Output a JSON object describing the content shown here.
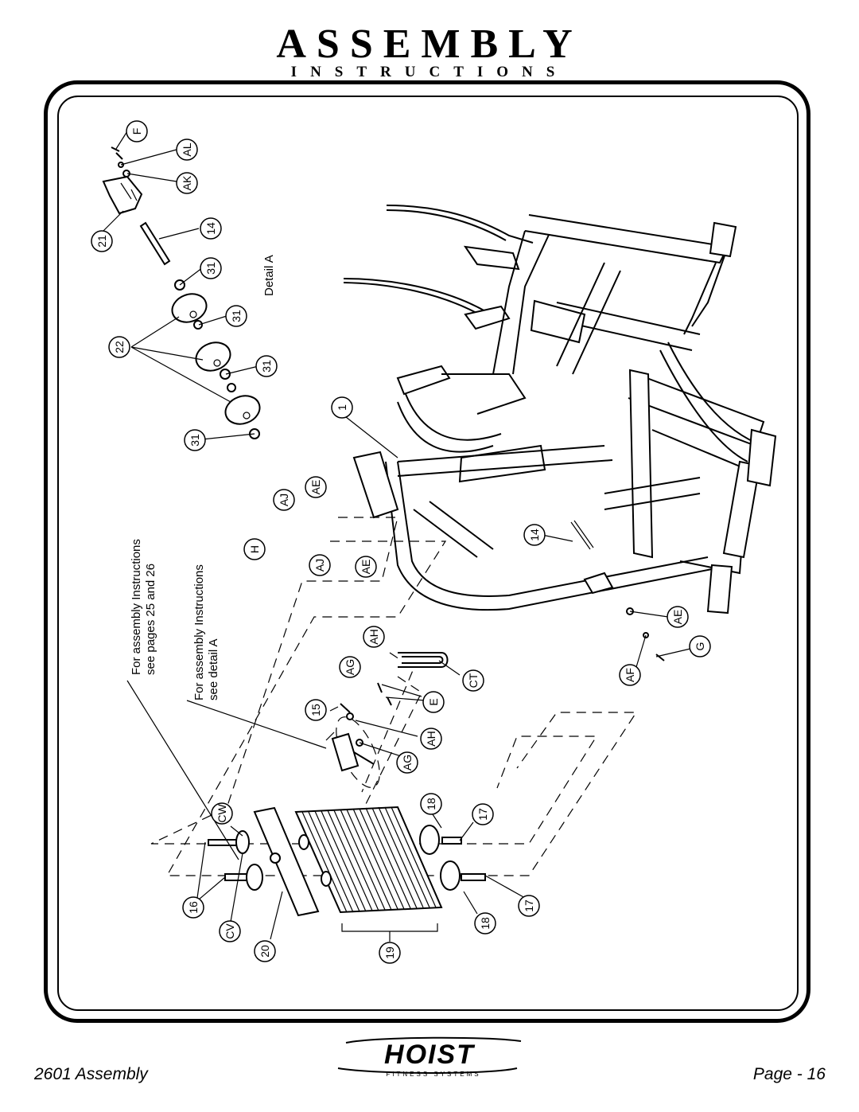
{
  "header": {
    "title": "ASSEMBLY",
    "subtitle": "INSTRUCTIONS"
  },
  "diagram": {
    "detail_label": "Detail A",
    "note1": [
      "For assembly Instructions",
      "see pages 25 and 26"
    ],
    "note2": [
      "For assembly Instructions",
      "see detail A"
    ],
    "callouts": {
      "F": "F",
      "AL": "AL",
      "AK": "AK",
      "c14a": "14",
      "c21": "21",
      "c31a": "31",
      "c31b": "31",
      "c31c": "31",
      "c31d": "31",
      "c22": "22",
      "c1": "1",
      "AJa": "AJ",
      "AEa": "AE",
      "H": "H",
      "AJb": "AJ",
      "AEb": "AE",
      "c14b": "14",
      "AEc": "AE",
      "G": "G",
      "AF": "AF",
      "AHa": "AH",
      "AGa": "AG",
      "CT": "CT",
      "E": "E",
      "c15": "15",
      "AHb": "AH",
      "AGb": "AG",
      "CW": "CW",
      "c18a": "18",
      "c17a": "17",
      "c16": "16",
      "CV": "CV",
      "c20": "20",
      "c19": "19",
      "c18b": "18",
      "c17b": "17"
    }
  },
  "footer": {
    "model": "2601 Assembly",
    "page": "Page - 16",
    "logo": "HOIST",
    "logo_sub": "FITNESS SYSTEMS"
  }
}
